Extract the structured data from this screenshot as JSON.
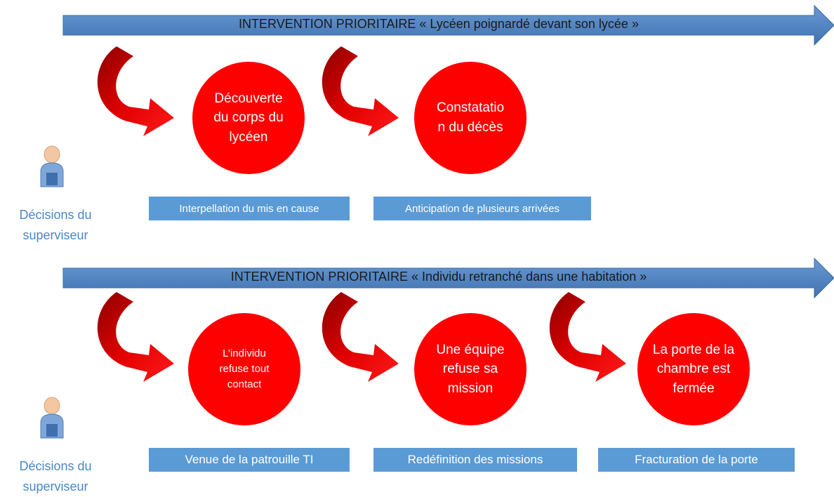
{
  "timelines": [
    {
      "title": "INTERVENTION PRIORITAIRE  « Lycéen poignardé devant son lycée »",
      "events": [
        "Découverte\ndu corps du\nlycéen",
        "Constatatio\nn du décès"
      ],
      "decisions": [
        "Interpellation du mis en cause",
        "Anticipation de plusieurs arrivées"
      ],
      "supervisor_label": "Décisions du\nsuperviseur"
    },
    {
      "title": "INTERVENTION PRIORITAIRE « Individu retranché dans une habitation »",
      "events": [
        "L’individu\nrefuse tout\ncontact",
        "Une équipe\nrefuse sa\nmission",
        "La porte de la\nchambre est\nfermée"
      ],
      "decisions": [
        "Venue de la patrouille TI",
        "Redéfinition des missions",
        "Fracturation de la porte"
      ],
      "supervisor_label": "Décisions du\nsuperviseur"
    }
  ],
  "icons": [
    "person-icon",
    "curved-arrow-icon"
  ],
  "colors": {
    "timeline_arrow": "#4f81bd",
    "event_circle": "#ff0000",
    "decision_box": "#5b9bd5",
    "supervisor_text": "#4a86c5",
    "curved_arrow": "#c00000"
  }
}
